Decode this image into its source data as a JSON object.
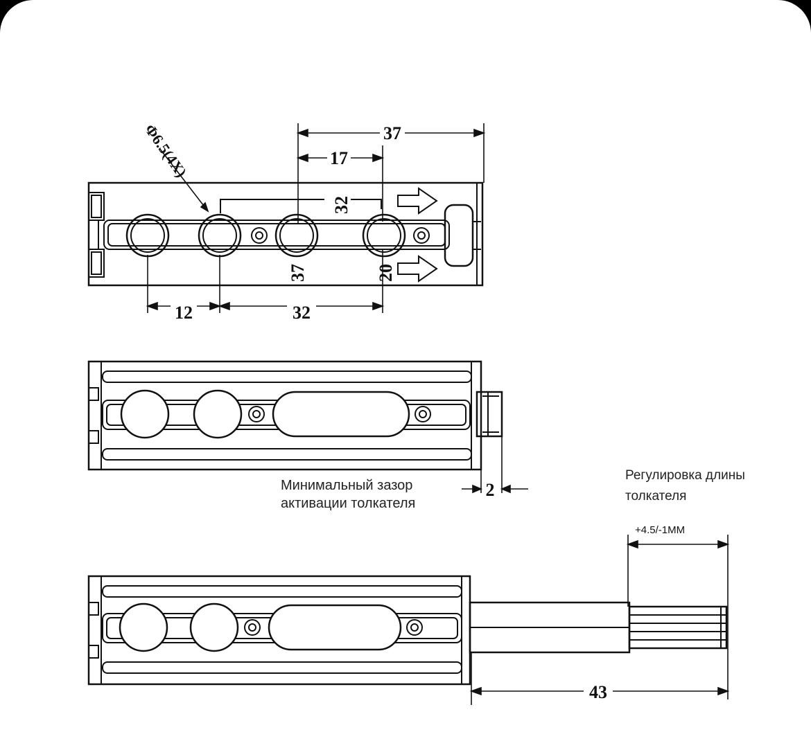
{
  "top_view": {
    "hole_callout": "Φ6.5(4X)",
    "dim_37_overall": "37",
    "dim_17": "17",
    "dim_32_vertical": "32",
    "dim_37_vertical": "37",
    "dim_20_vertical": "20",
    "dim_12": "12",
    "dim_32_horizontal": "32"
  },
  "middle_view": {
    "min_gap_label_line1": "Минимальный зазор",
    "min_gap_label_line2": "активации толкателя",
    "min_gap_value": "2"
  },
  "bottom_view": {
    "adjust_label_line1": "Регулировка длины",
    "adjust_label_line2": "толкателя",
    "adjust_range": "+4.5/-1MM",
    "extended_length": "43"
  }
}
